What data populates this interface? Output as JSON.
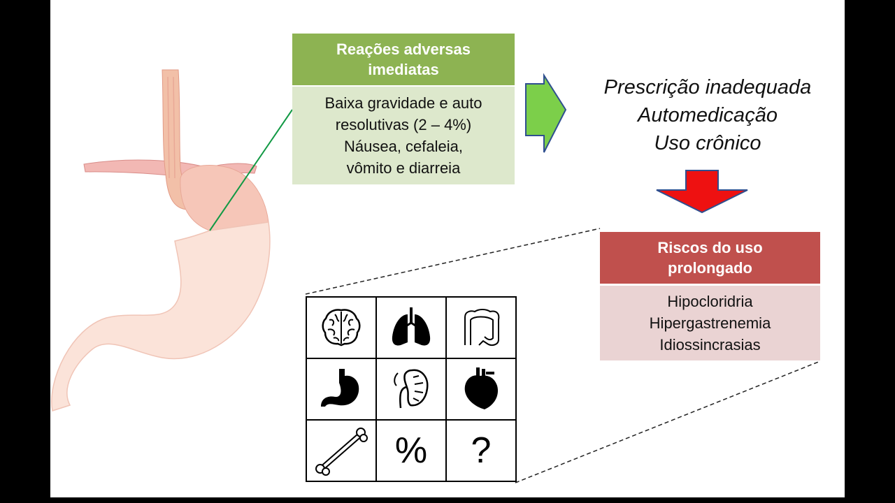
{
  "adverse_box": {
    "title_lines": [
      "Reações adversas",
      "imediatas"
    ],
    "body_lines": [
      "Baixa gravidade e auto",
      "resolutivas (2 – 4%)",
      "Náusea, cefaleia,",
      "vômito e diarreia"
    ]
  },
  "causes": [
    "Prescrição inadequada",
    "Automedicação",
    "Uso crônico"
  ],
  "risks_box": {
    "title_lines": [
      "Riscos do uso",
      "prolongado"
    ],
    "body_lines": [
      "Hipocloridria",
      "Hipergastrenemia",
      "Idiossincrasias"
    ]
  },
  "organ_grid": {
    "cells": [
      {
        "icon": "brain-icon"
      },
      {
        "icon": "lungs-icon"
      },
      {
        "icon": "intestine-icon"
      },
      {
        "icon": "stomach-icon"
      },
      {
        "icon": "kidney-icon"
      },
      {
        "icon": "heart-icon"
      },
      {
        "icon": "bone-icon"
      },
      {
        "symbol": "%"
      },
      {
        "symbol": "?"
      }
    ]
  },
  "colors": {
    "adverse_header": "#8db352",
    "adverse_body": "#dde8cc",
    "right_arrow": "#7ccf4a",
    "down_arrow": "#ee1111",
    "risks_header": "#c0504d",
    "risks_body": "#ead3d3",
    "pointer_line": "#119944"
  }
}
